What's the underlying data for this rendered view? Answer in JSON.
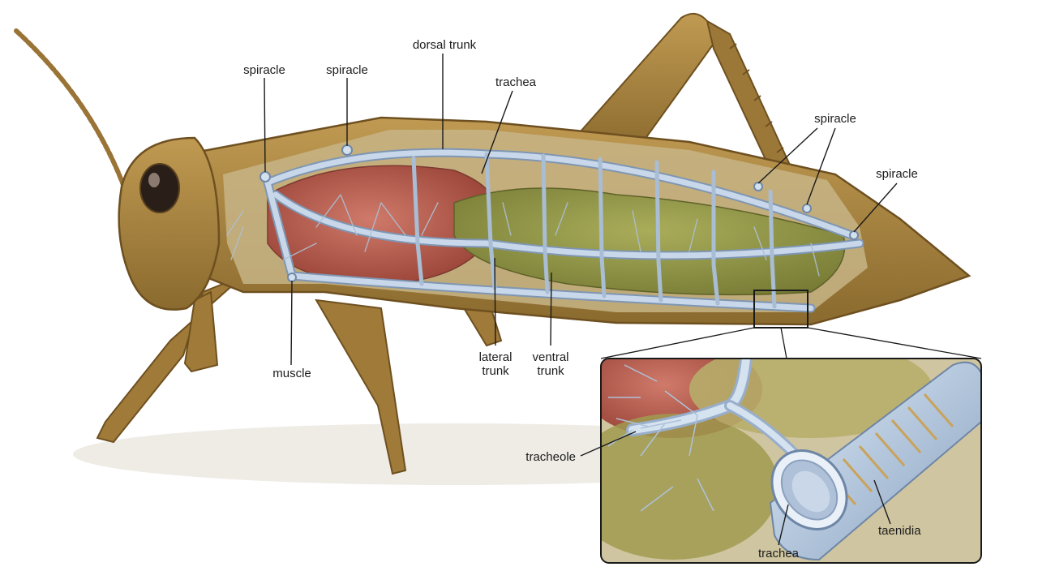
{
  "labels": {
    "spiracle_1": "spiracle",
    "spiracle_2": "spiracle",
    "dorsal_trunk": "dorsal trunk",
    "trachea_main": "trachea",
    "spiracle_3": "spiracle",
    "spiracle_4": "spiracle",
    "muscle": "muscle",
    "lateral_trunk": "lateral trunk",
    "ventral_trunk": "ventral trunk",
    "tracheole": "tracheole",
    "taenidia": "taenidia",
    "trachea_inset": "trachea"
  },
  "colors": {
    "cuticle": "#a8823f",
    "cuticle_dark": "#7a5a26",
    "muscle": "#b8564a",
    "gut": "#8f9442",
    "trachea": "#b9cbe0",
    "trachea_edge": "#7f96b3",
    "background": "#ffffff"
  }
}
